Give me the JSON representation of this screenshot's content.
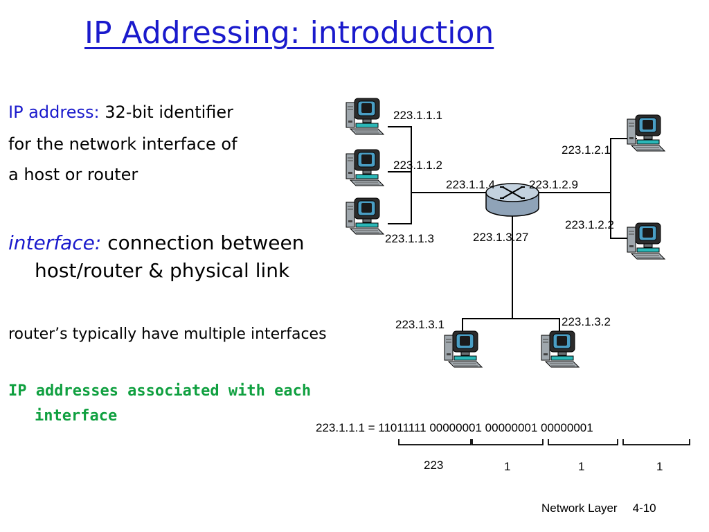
{
  "slide": {
    "title": "IP Addressing: introduction",
    "text": {
      "ip_address_term": "IP address:",
      "ip_address_def": " 32-bit identifier",
      "line2": "for the network interface of",
      "line3": "a host or router",
      "interface_term": "interface:",
      "interface_def": " connection between",
      "interface_cont": "host/router & physical link",
      "routers_line": "router’s typically have multiple interfaces",
      "assoc_line1": "IP addresses associated with each",
      "assoc_line2": "interface"
    },
    "footer": {
      "section": "Network Layer",
      "page": "4-10"
    }
  },
  "diagram": {
    "hosts": [
      {
        "name": "host-a",
        "label": "223.1.1.1"
      },
      {
        "name": "host-b",
        "label": "223.1.1.2"
      },
      {
        "name": "host-c",
        "label": "223.1.1.3"
      },
      {
        "name": "host-d",
        "label": "223.1.2.1"
      },
      {
        "name": "host-e",
        "label": "223.1.2.2"
      },
      {
        "name": "host-f",
        "label": "223.1.3.1"
      },
      {
        "name": "host-g",
        "label": "223.1.3.2"
      }
    ],
    "router_interfaces": {
      "left": "223.1.1.4",
      "right": "223.1.2.9",
      "bottom": "223.1.3.27"
    },
    "binary": {
      "equation": "223.1.1.1 = 11011111 00000001 00000001 00000001",
      "octets": [
        "223",
        "1",
        "1",
        "1"
      ]
    }
  },
  "colors": {
    "title": "#1a1acc",
    "highlight": "#10a040"
  }
}
